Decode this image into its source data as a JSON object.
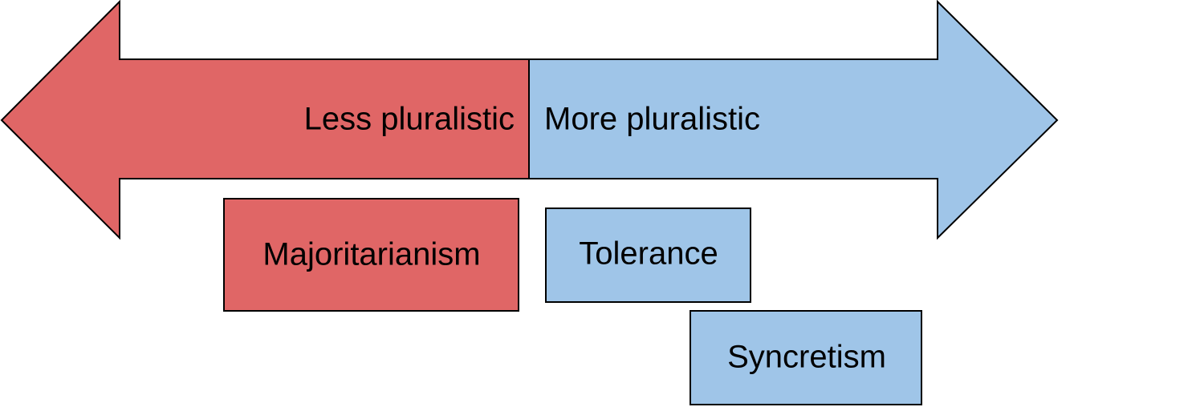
{
  "arrow": {
    "left_label": "Less pluralistic",
    "right_label": "More pluralistic",
    "left_color": "#e06666",
    "right_color": "#9fc5e8"
  },
  "boxes": [
    {
      "label": "Majoritarianism",
      "color": "#e06666"
    },
    {
      "label": "Tolerance",
      "color": "#9fc5e8"
    },
    {
      "label": "Syncretism",
      "color": "#9fc5e8"
    }
  ]
}
